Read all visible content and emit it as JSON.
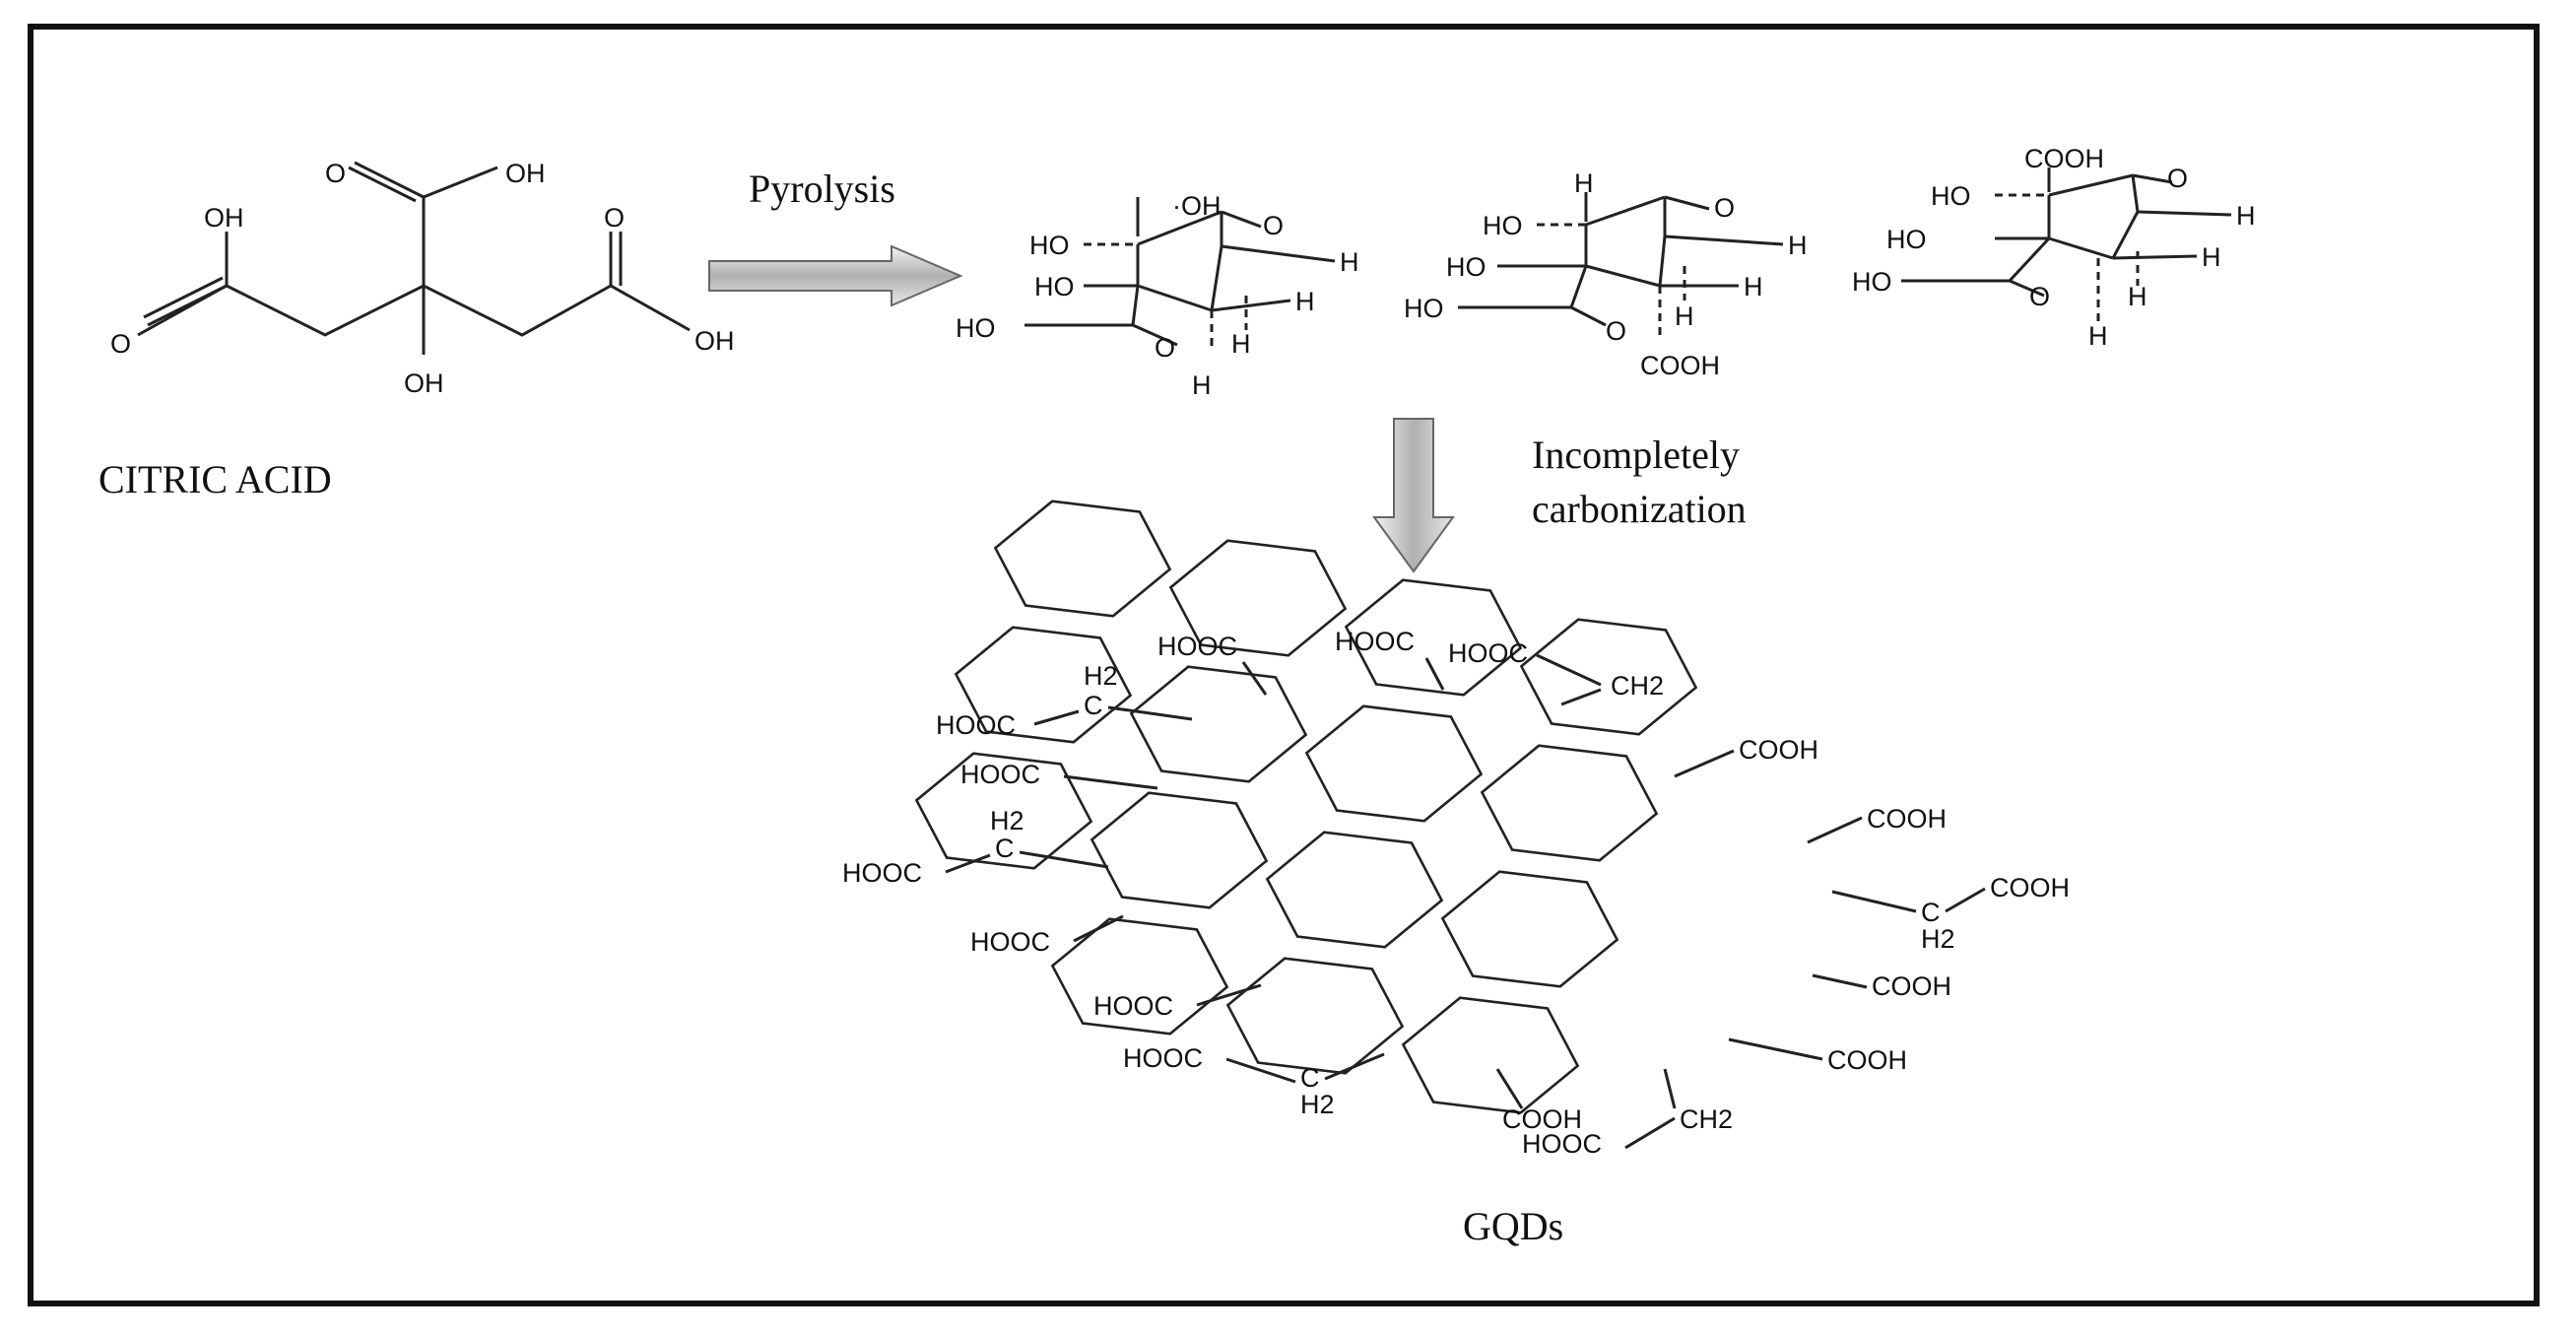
{
  "labels": {
    "citric_acid": "CITRIC ACID",
    "pyrolysis": "Pyrolysis",
    "incomplete_1": "Incompletely",
    "incomplete_2": "carbonization",
    "gqds": "GQDs"
  },
  "citric_groups": {
    "oh_top": "OH",
    "oh_left": "OH",
    "oh_center": "OH",
    "oh_right": "OH",
    "o_top": "O",
    "o_left": "O",
    "o_right": "O"
  },
  "intermediate_1": [
    "·OH",
    "O",
    "HO",
    "HO",
    "H",
    "H",
    "HO",
    "O",
    "H",
    "H"
  ],
  "intermediate_2": [
    "H",
    "O",
    "HO",
    "HO",
    "H",
    "H",
    "HO",
    "O",
    "H",
    "COOH"
  ],
  "intermediate_3": [
    "COOH",
    "O",
    "HO",
    "H",
    "HO",
    "H",
    "HO",
    "O",
    "H",
    "H"
  ],
  "gqd_groups": {
    "top": [
      "HOOC",
      "HOOC",
      "HOOC",
      "CH2"
    ],
    "left": [
      "H2",
      "HOOC",
      "C",
      "HOOC",
      "H2",
      "HOOC",
      "C",
      "HOOC",
      "HOOC",
      "HOOC",
      "C",
      "H2"
    ],
    "right": [
      "COOH",
      "COOH",
      "C",
      "COOH",
      "H2",
      "COOH",
      "COOH"
    ],
    "bottom": [
      "COOH",
      "HOOC",
      "CH2"
    ]
  }
}
